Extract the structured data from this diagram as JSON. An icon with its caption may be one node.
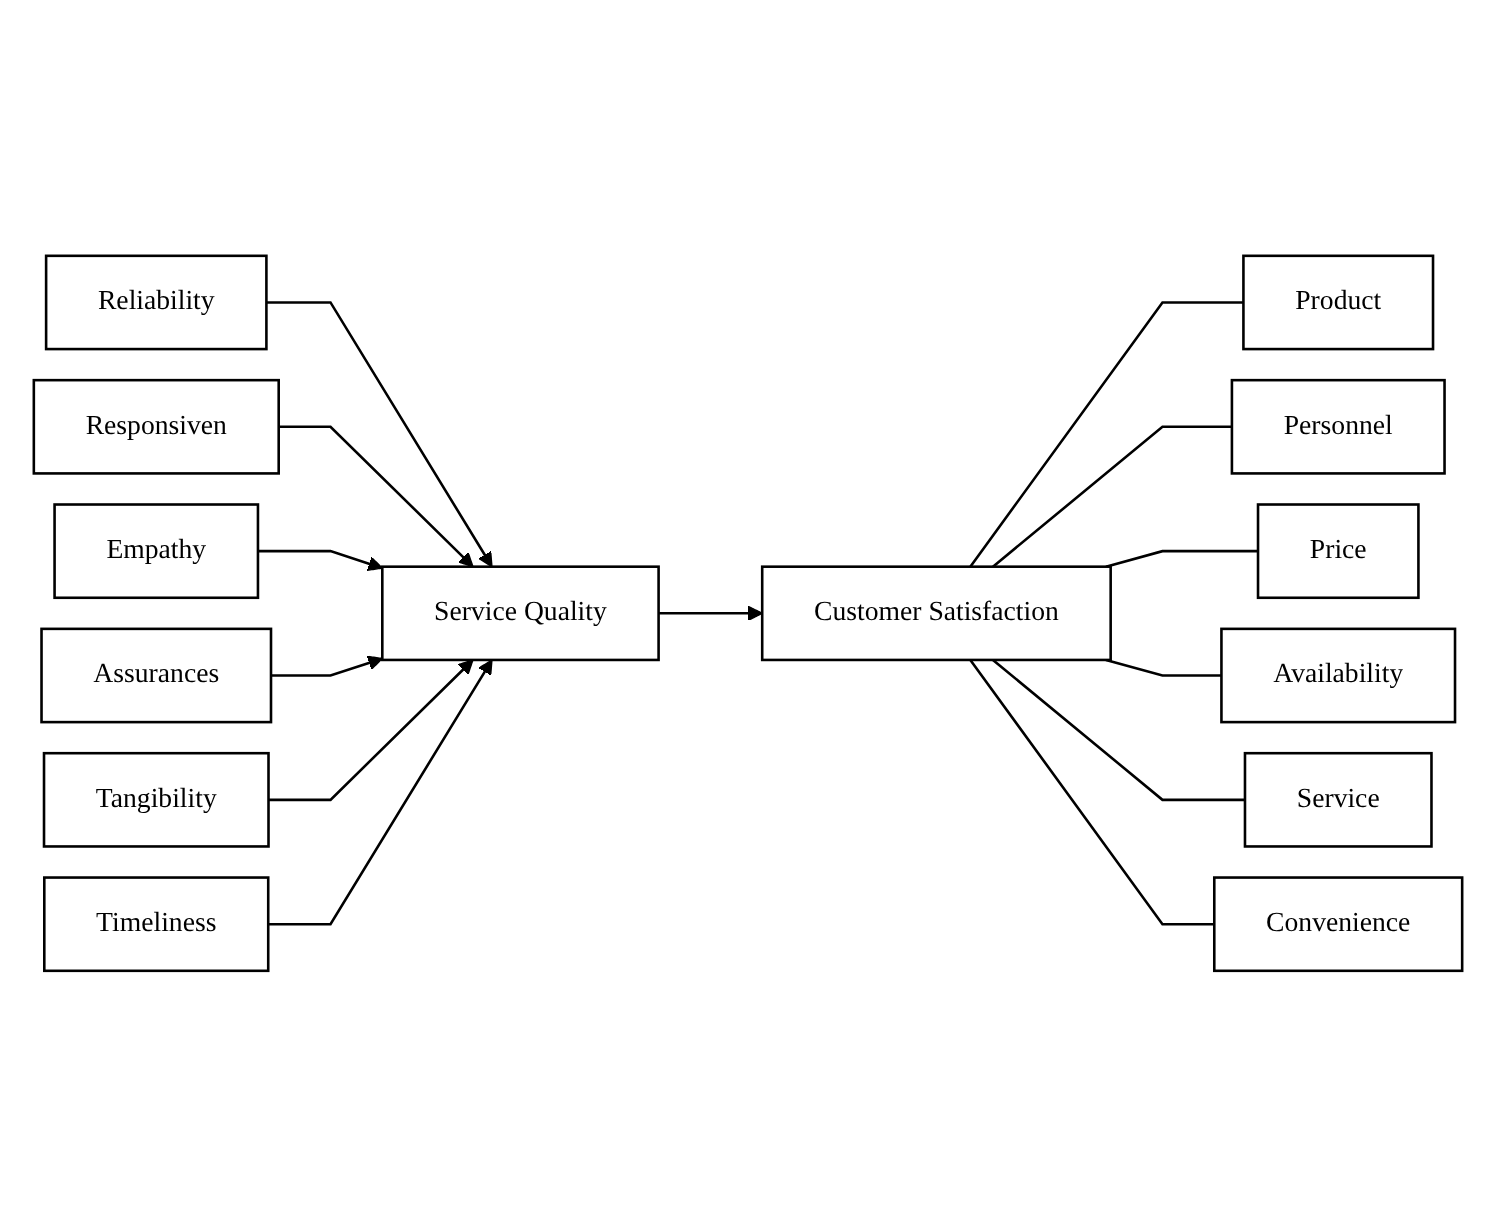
{
  "diagram": {
    "nodes": [
      {
        "text": [
          "Reliability"
        ]
      },
      {
        "text": [
          "Responsiven"
        ]
      },
      {
        "text": [
          "Empathy"
        ]
      },
      {
        "text": [
          "Assurances"
        ]
      },
      {
        "text": [
          "Tangibility"
        ]
      },
      {
        "text": [
          "Timeliness"
        ]
      },
      {
        "text": [
          "Service Quality"
        ]
      },
      {
        "text": [
          "Customer Satisfaction"
        ]
      },
      {
        "text": [
          "Product"
        ]
      },
      {
        "text": [
          "Personnel"
        ]
      },
      {
        "text": [
          "Price"
        ]
      },
      {
        "text": [
          "Availability"
        ]
      },
      {
        "text": [
          "Service"
        ]
      },
      {
        "text": [
          "Convenience"
        ]
      }
    ],
    "edges": [
      {
        "from": 0,
        "to": 6,
        "arrow": "to"
      },
      {
        "from": 1,
        "to": 6,
        "arrow": "to"
      },
      {
        "from": 2,
        "to": 6,
        "arrow": "to"
      },
      {
        "from": 3,
        "to": 6,
        "arrow": "to"
      },
      {
        "from": 4,
        "to": 6,
        "arrow": "to"
      },
      {
        "from": 5,
        "to": 6,
        "arrow": "to"
      },
      {
        "from": 6,
        "to": 7,
        "arrow": "to"
      },
      {
        "from": 7,
        "to": 8,
        "arrow": "none"
      },
      {
        "from": 7,
        "to": 9,
        "arrow": "none"
      },
      {
        "from": 7,
        "to": 10,
        "arrow": "none"
      },
      {
        "from": 7,
        "to": 11,
        "arrow": "none"
      },
      {
        "from": 7,
        "to": 12,
        "arrow": "none"
      },
      {
        "from": 7,
        "to": 13,
        "arrow": "none"
      }
    ]
  }
}
